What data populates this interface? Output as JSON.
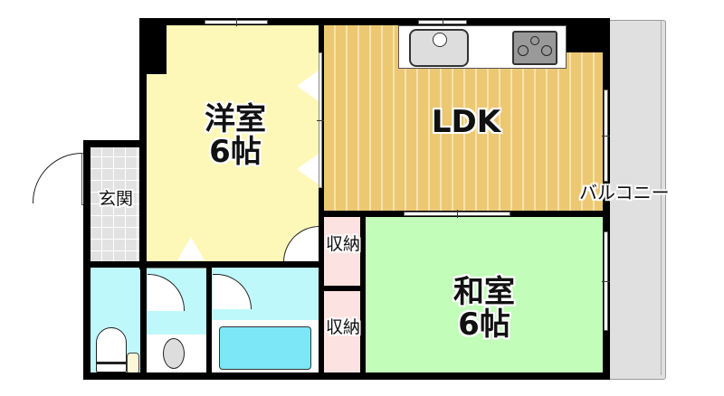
{
  "floorplan": {
    "rooms": {
      "western_room": {
        "name": "洋室",
        "size": "6帖"
      },
      "ldk": {
        "name": "LDK"
      },
      "japanese_room": {
        "name": "和室",
        "size": "6帖"
      },
      "entrance": {
        "name": "玄関"
      },
      "storage_upper": {
        "name": "収納"
      },
      "storage_lower": {
        "name": "収納"
      },
      "balcony": {
        "name": "バルコニー"
      }
    },
    "fixtures": [
      "sink",
      "stove",
      "bathtub",
      "toilet",
      "washbasin"
    ],
    "colors": {
      "western_room": "#fdf8b8",
      "ldk": "#ecc873",
      "japanese_room": "#c2fdb9",
      "entrance": "#e2e2e2",
      "wet_area": "#bff8fb",
      "storage": "#fde2e2",
      "balcony": "#e0e0e0",
      "wall": "#000000"
    }
  }
}
